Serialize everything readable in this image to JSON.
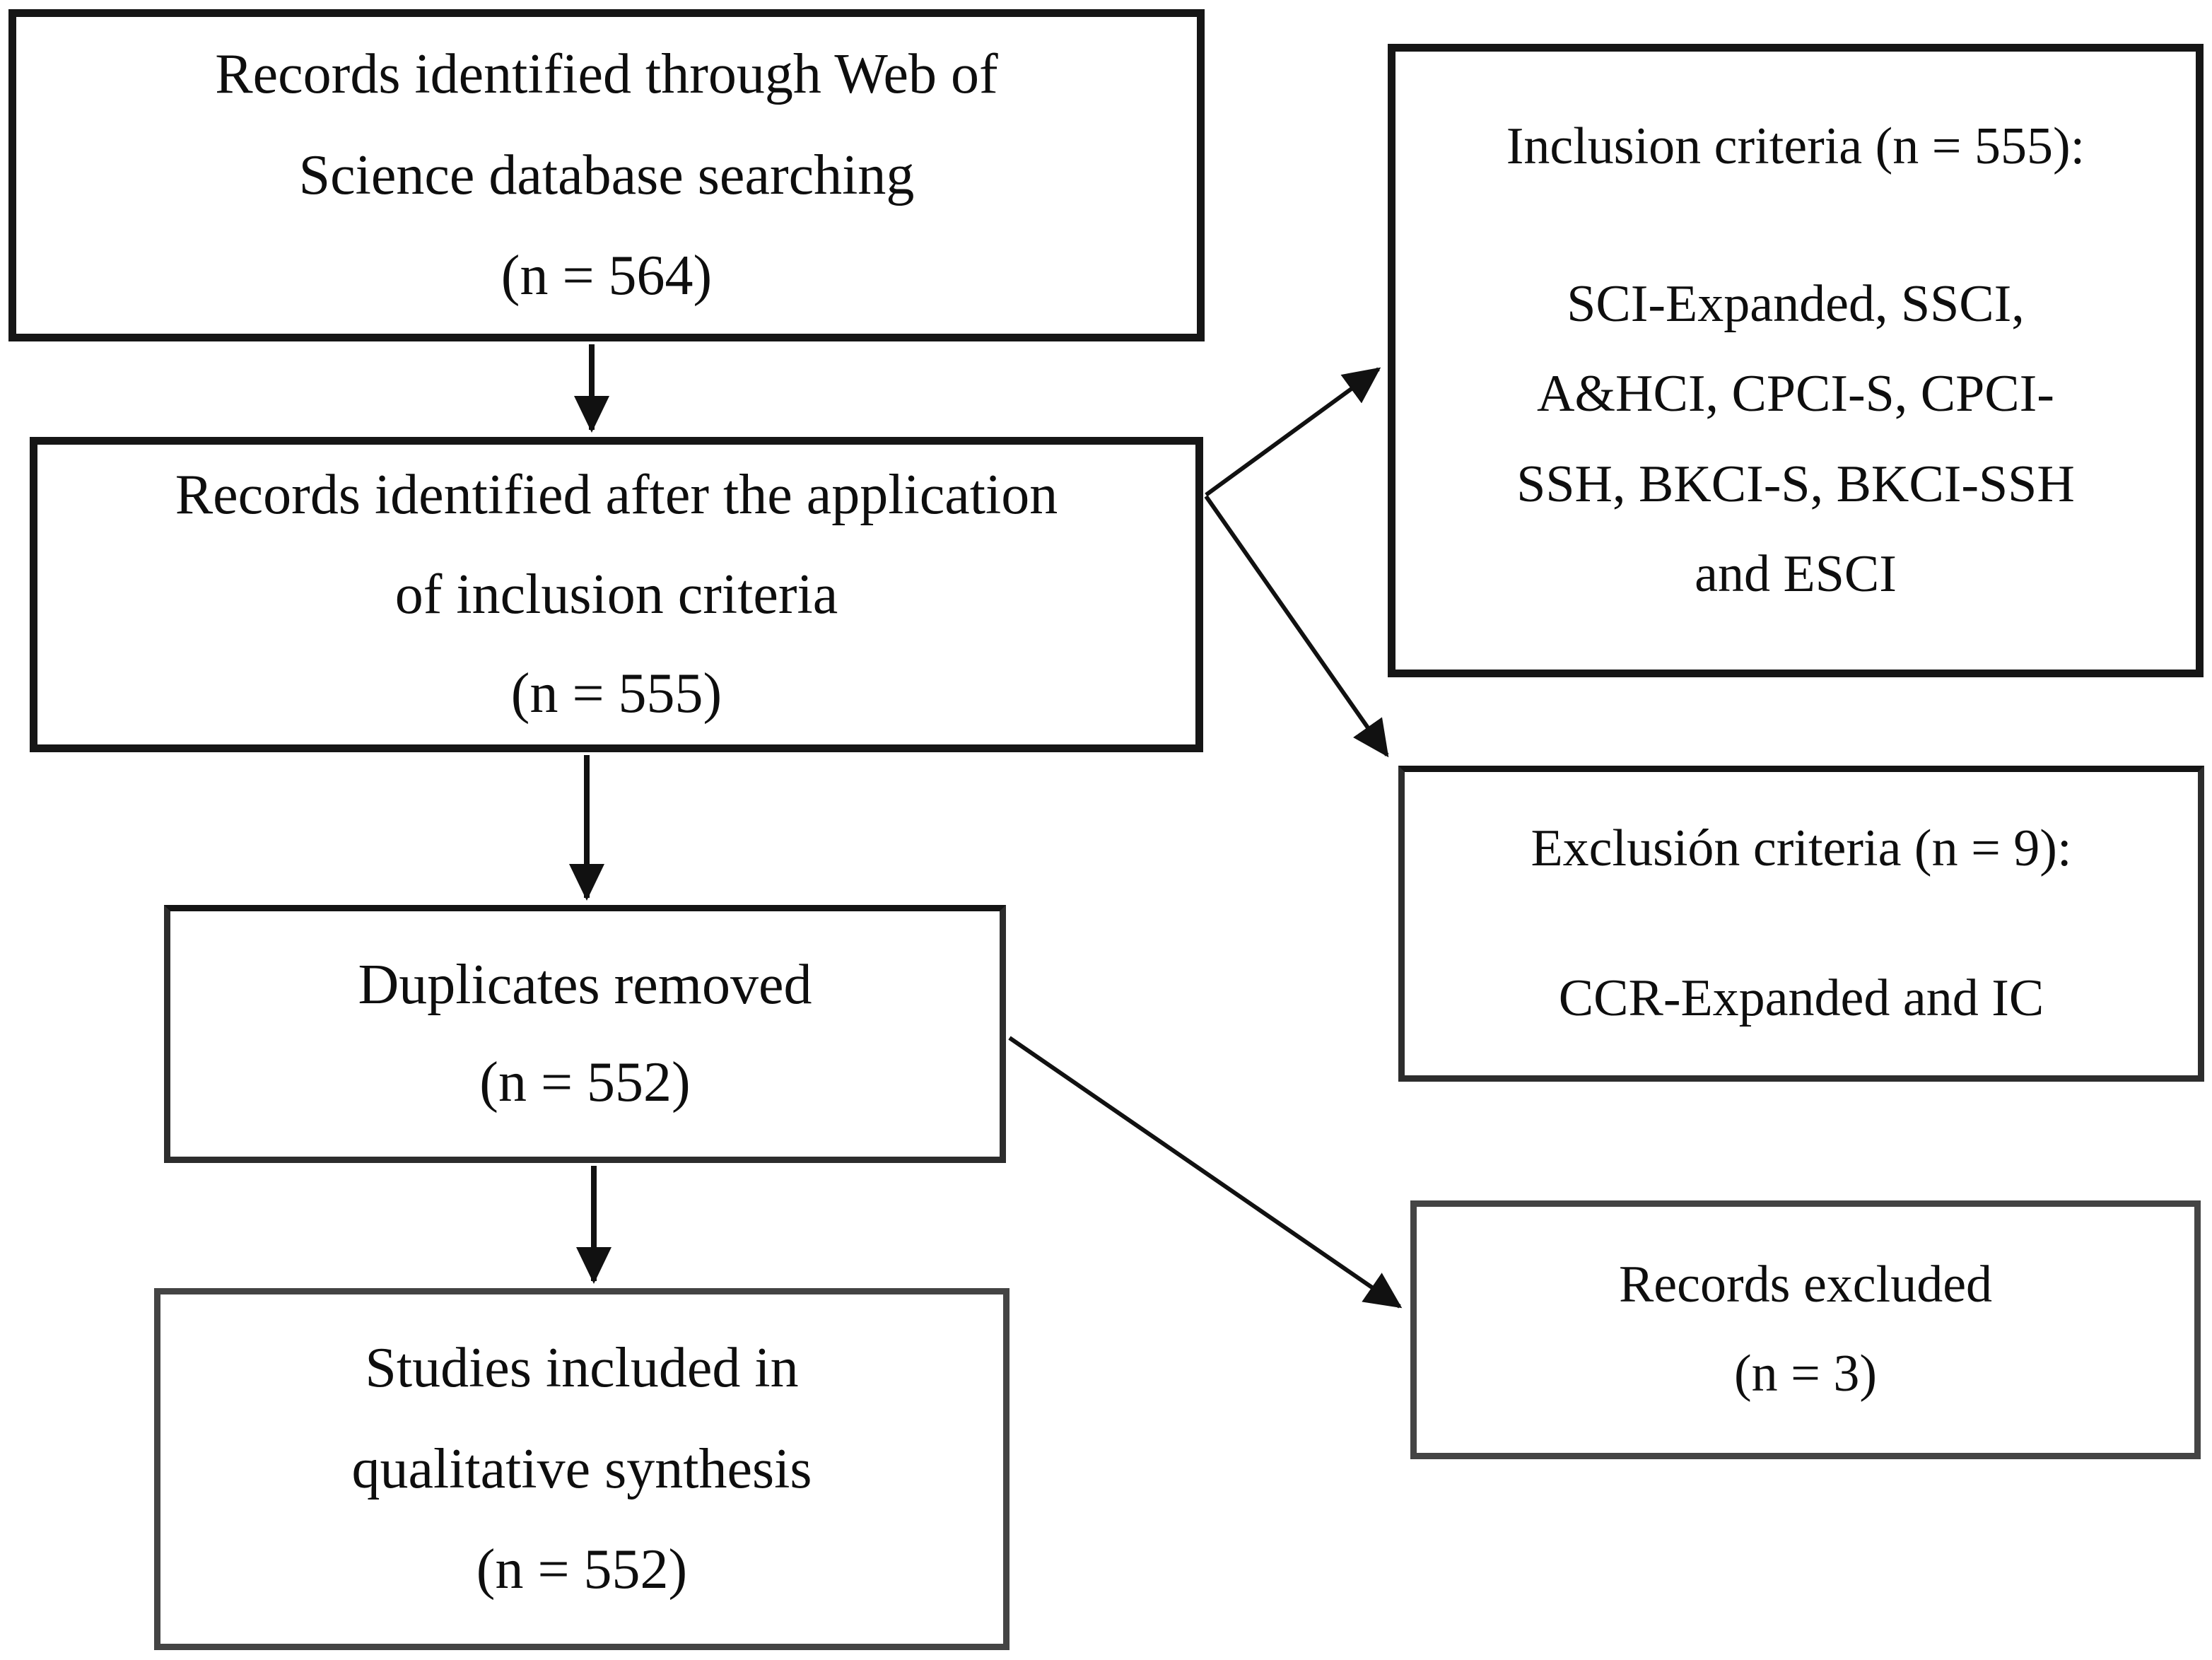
{
  "diagram": {
    "type": "prisma-flowchart",
    "background_color": "#ffffff",
    "line_color": "#111111",
    "boxes": {
      "records_identified": {
        "lines": [
          "Records identified through Web of",
          "Science database searching",
          "(n = 564)"
        ]
      },
      "records_after_inclusion": {
        "lines": [
          "Records identified after the application",
          "of inclusion criteria",
          "(n = 555)"
        ]
      },
      "duplicates_removed": {
        "lines": [
          "Duplicates removed",
          "(n = 552)"
        ]
      },
      "studies_included": {
        "lines": [
          "Studies included in",
          "qualitative synthesis",
          "(n = 552)"
        ]
      },
      "inclusion_criteria": {
        "heading": "Inclusion criteria (n = 555):",
        "lines": [
          "SCI-Expanded, SSCI,",
          "A&HCI, CPCI-S, CPCI-",
          "SSH, BKCI-S, BKCI-SSH",
          "and ESCI"
        ]
      },
      "exclusion_criteria": {
        "heading": "Exclusión criteria (n = 9):",
        "lines": [
          "CCR-Expanded and IC"
        ]
      },
      "records_excluded": {
        "lines": [
          "Records excluded",
          "(n = 3)"
        ]
      }
    }
  }
}
